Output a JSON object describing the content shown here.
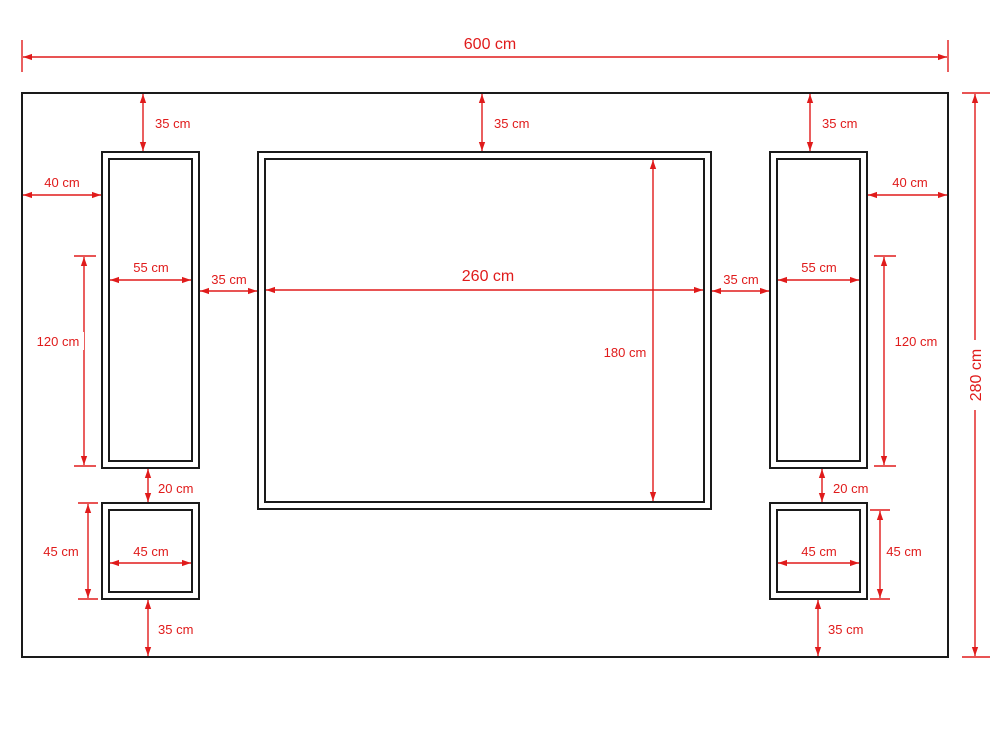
{
  "labels": {
    "overall_width": "600 cm",
    "overall_height": "280 cm",
    "left_top_gap": "35 cm",
    "center_top_gap": "35 cm",
    "right_top_gap": "35 cm",
    "left_side_gap": "40 cm",
    "right_side_gap": "40 cm",
    "left_tall_width": "55 cm",
    "right_tall_width": "55 cm",
    "left_tall_height": "120 cm",
    "right_tall_height": "120 cm",
    "left_inner_gap": "35 cm",
    "right_inner_gap": "35 cm",
    "center_width": "260 cm",
    "center_height": "180 cm",
    "left_mid_gap": "20 cm",
    "right_mid_gap": "20 cm",
    "left_square_width": "45 cm",
    "right_square_width": "45 cm",
    "left_square_height": "45 cm",
    "right_square_height": "45 cm",
    "left_bottom_gap": "35 cm",
    "right_bottom_gap": "35 cm"
  }
}
